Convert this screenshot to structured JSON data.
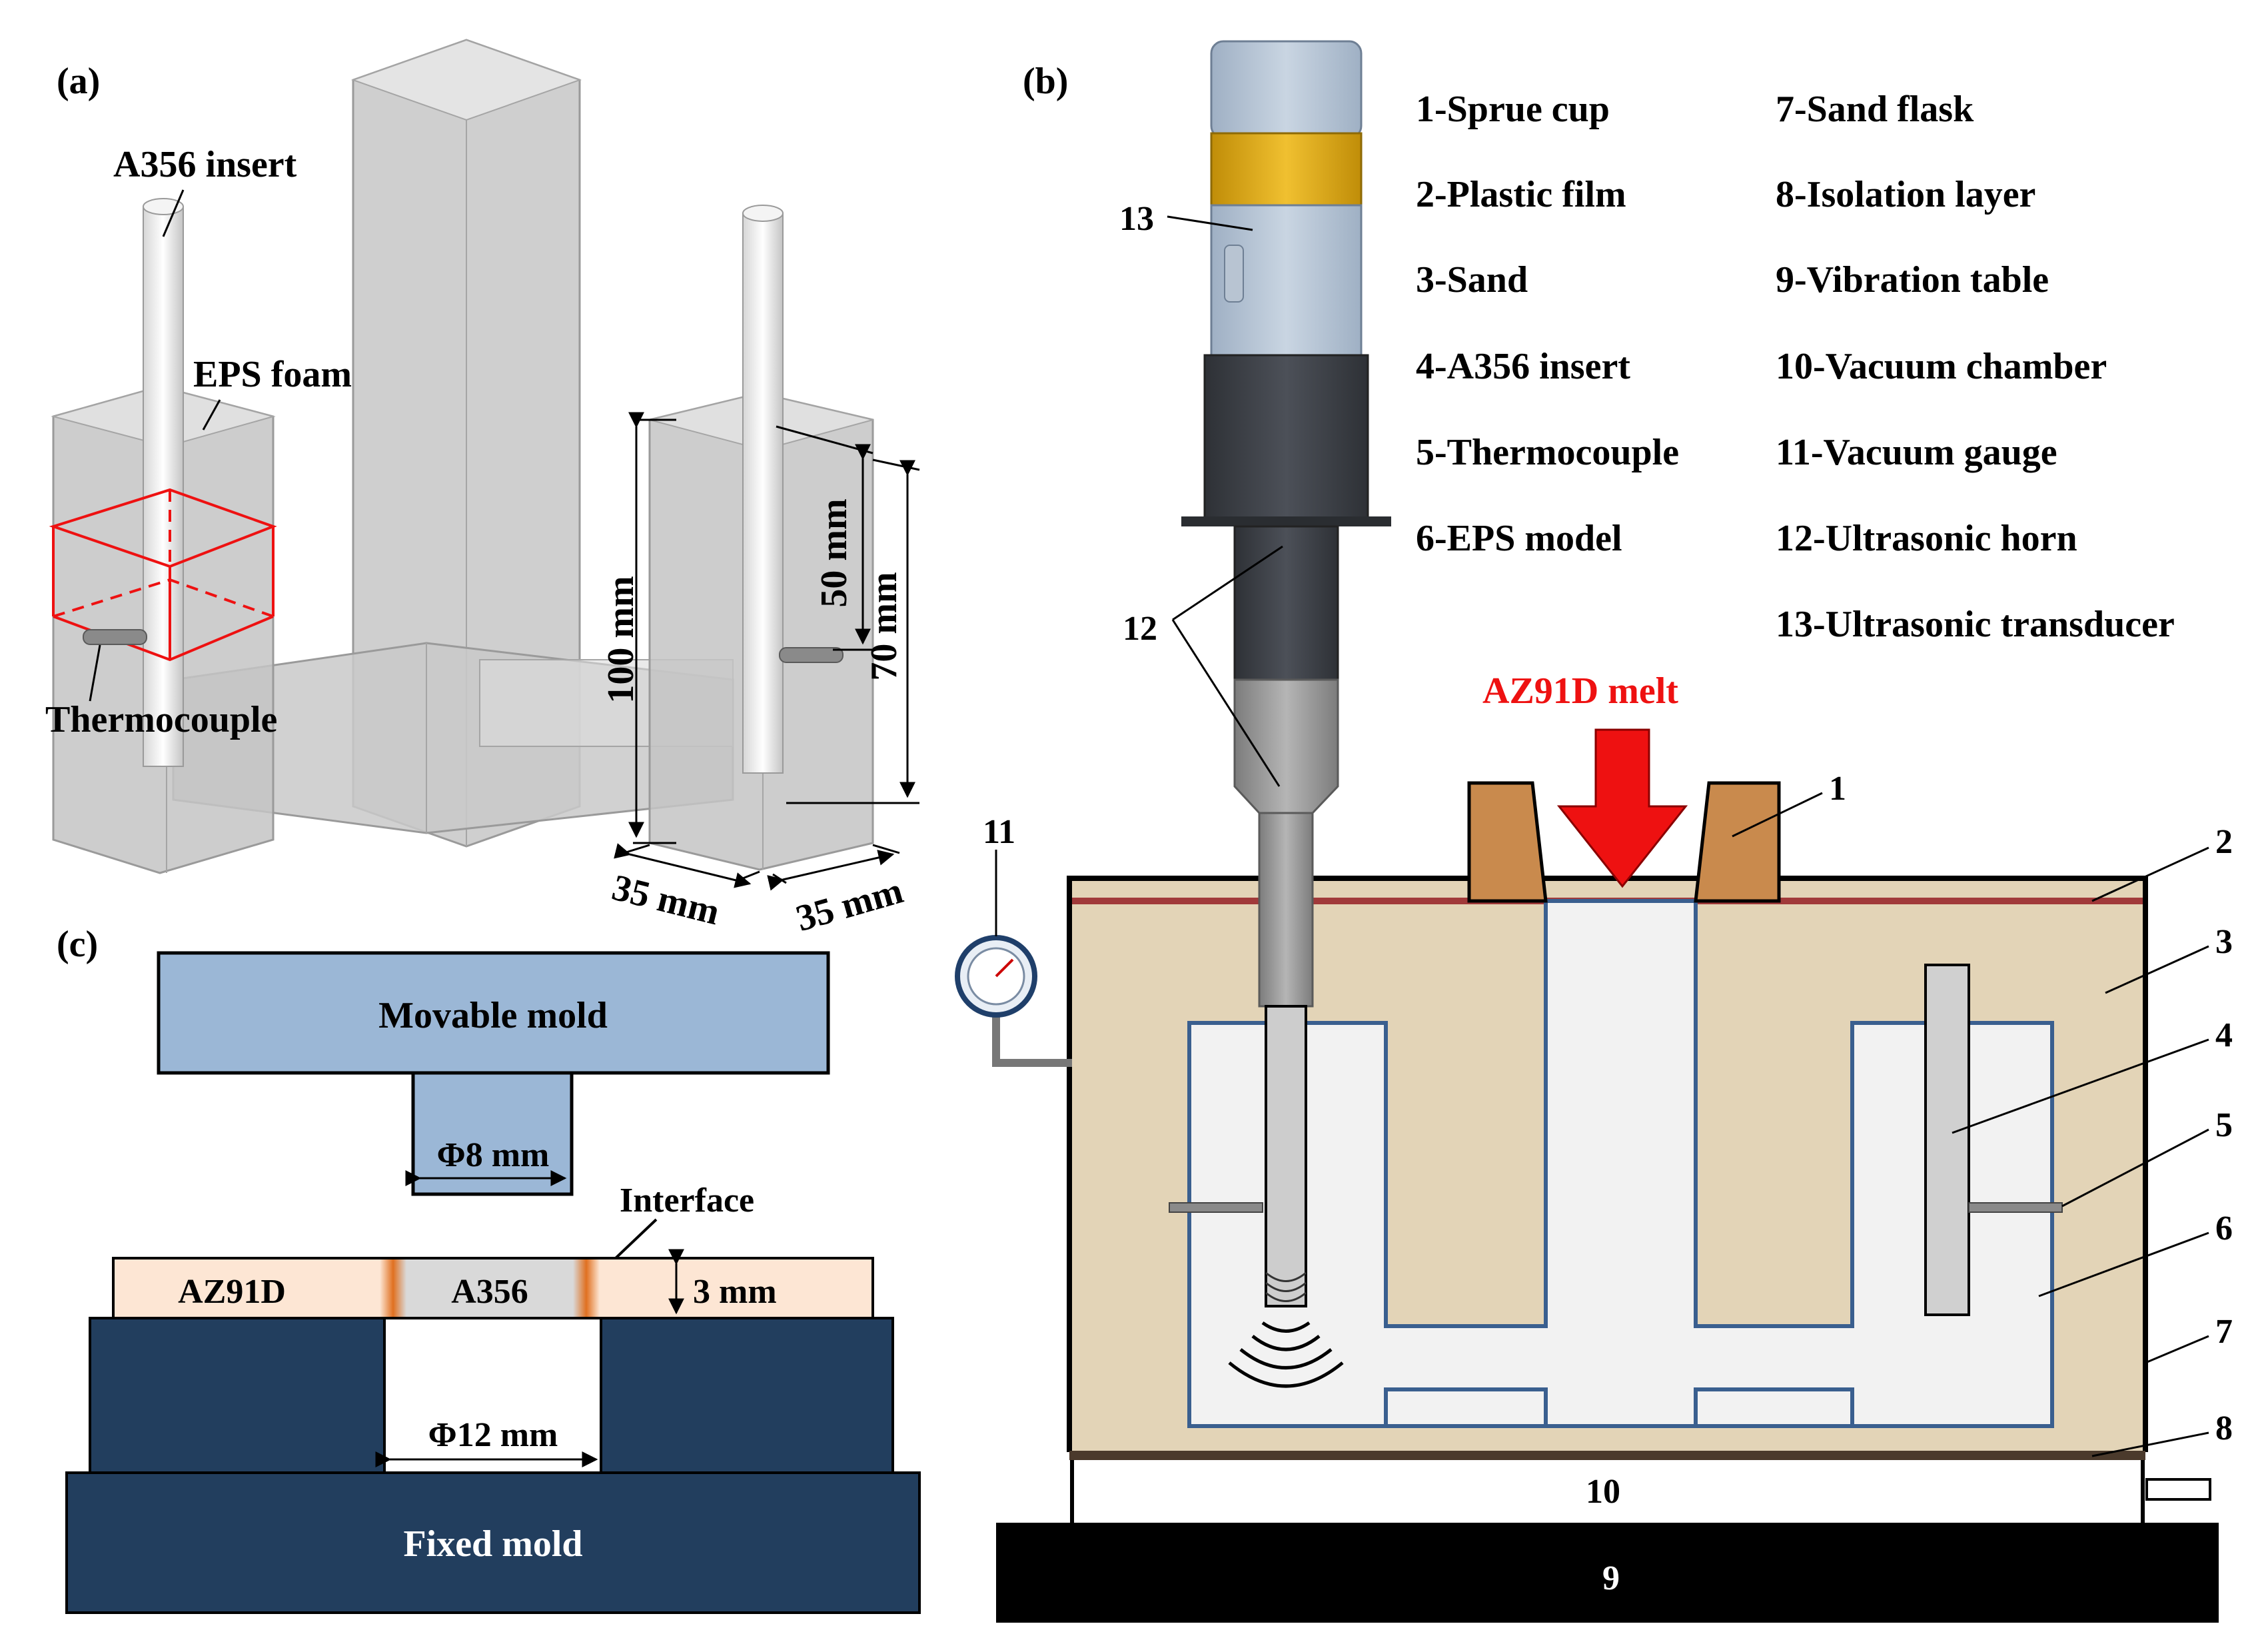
{
  "panels": {
    "a": {
      "label": "(a)",
      "annotations": {
        "insert": "A356 insert",
        "foam": "EPS foam",
        "thermocouple": "Thermocouple"
      },
      "dimensions": {
        "height_100": "100 mm",
        "height_50": "50 mm",
        "height_70": "70 mm",
        "width_35_left": "35 mm",
        "width_35_right": "35 mm"
      }
    },
    "b": {
      "label": "(b)",
      "melt_label": "AZ91D melt",
      "legend": [
        "1-Sprue cup",
        "2-Plastic film",
        "3-Sand",
        "4-A356 insert",
        "5-Thermocouple",
        "6-EPS model",
        "7-Sand flask",
        "8-Isolation layer",
        "9-Vibration table",
        "10-Vacuum chamber",
        "11-Vacuum gauge",
        "12-Ultrasonic horn",
        "13-Ultrasonic transducer"
      ],
      "callouts": [
        "1",
        "2",
        "3",
        "4",
        "5",
        "6",
        "7",
        "8",
        "9",
        "10",
        "11",
        "12",
        "13"
      ]
    },
    "c": {
      "label": "(c)",
      "movable_mold": "Movable mold",
      "punch_diameter": "Φ8 mm",
      "interface": "Interface",
      "left_material": "AZ91D",
      "center_material": "A356",
      "thickness": "3 mm",
      "hole_diameter": "Φ12 mm",
      "fixed_mold": "Fixed mold"
    }
  },
  "colors": {
    "sand": "#e3d4b7",
    "foam_model": "#f2f2f2",
    "model_outline": "#3a5f8f",
    "melt_arrow": "#ee1111",
    "melt_text": "#ee1111",
    "movable_mold": "#9bb7d6",
    "fixed_mold": "#223e5e",
    "alloy_plate": "#fde6d4",
    "interface": "#e07020",
    "transducer_band": "#d9a516",
    "horn_dark": "#3d4148",
    "horn_light": "#9a9a9a"
  }
}
